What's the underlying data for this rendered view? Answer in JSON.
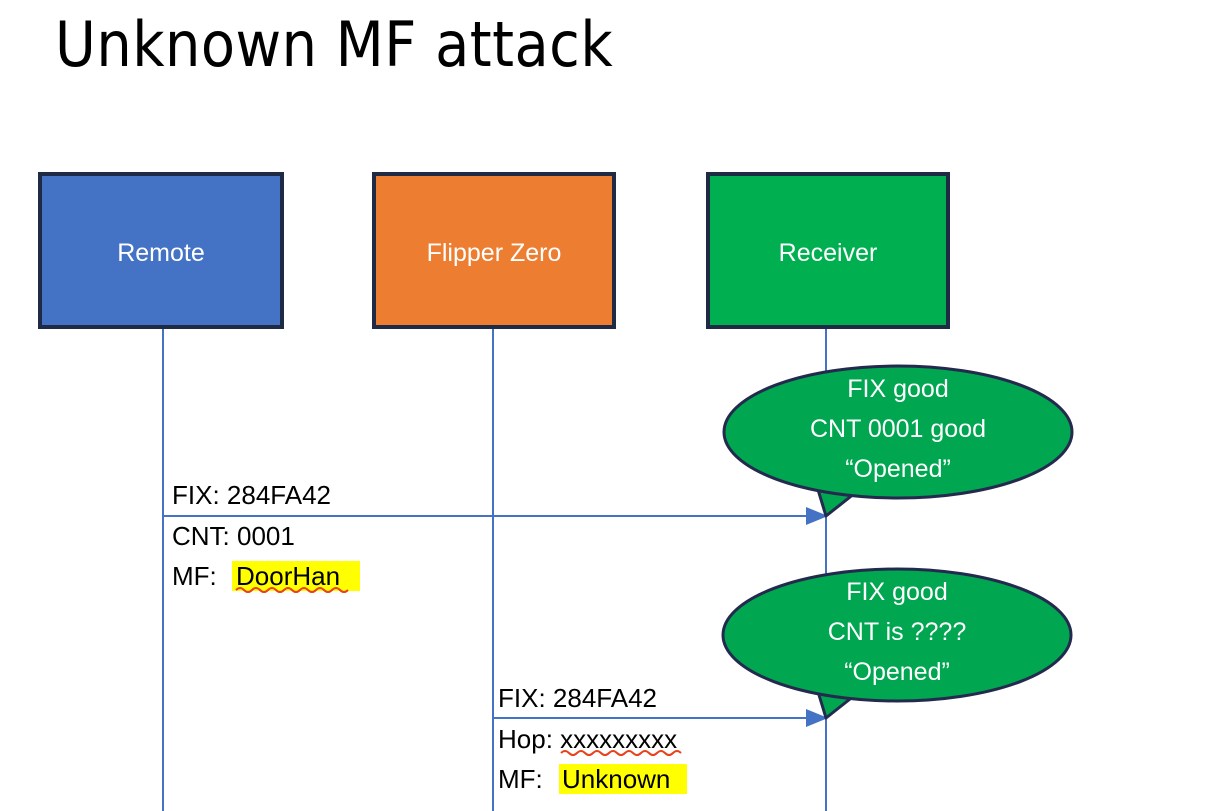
{
  "slide": {
    "title": "Unknown MF attack",
    "background": "#ffffff"
  },
  "colors": {
    "remote_fill": "#4472C4",
    "flipper_fill": "#ED7D31",
    "receiver_fill": "#00B050",
    "node_border": "#1F2A44",
    "bubble_fill": "#00A650",
    "bubble_border": "#232A4E",
    "lifeline": "#4472C4",
    "arrow": "#4472C4",
    "highlight": "#FFFF00",
    "spellcheck_underline": "#E8411C",
    "text_dark": "#000000",
    "text_light": "#FFFFFF"
  },
  "nodes": [
    {
      "id": "remote",
      "label": "Remote"
    },
    {
      "id": "flipper",
      "label": "Flipper Zero"
    },
    {
      "id": "receiver",
      "label": "Receiver"
    }
  ],
  "messages": [
    {
      "id": "msg-1",
      "from": "remote",
      "to": "receiver",
      "lines": [
        {
          "text": "FIX: 284FA42",
          "highlight": false,
          "spellcheck": false
        },
        {
          "text": "CNT: 0001",
          "highlight": false,
          "spellcheck": false
        }
      ],
      "mf_label": "MF: ",
      "mf_value": "DoorHan",
      "mf_highlight": true,
      "mf_spellcheck": true
    },
    {
      "id": "msg-2",
      "from": "flipper",
      "to": "receiver",
      "lines": [
        {
          "text": "FIX: 284FA42",
          "highlight": false,
          "spellcheck": false
        },
        {
          "text": "Hop: xxxxxxxxx",
          "highlight": false,
          "spellcheck": true
        }
      ],
      "mf_label": "MF: ",
      "mf_value": "Unknown",
      "mf_highlight": true,
      "mf_spellcheck": false
    }
  ],
  "callouts": [
    {
      "id": "callout-1",
      "lines": [
        "FIX good",
        "CNT 0001 good",
        "“Opened”"
      ]
    },
    {
      "id": "callout-2",
      "lines": [
        "FIX good",
        "CNT is ????",
        "“Opened”"
      ]
    }
  ]
}
